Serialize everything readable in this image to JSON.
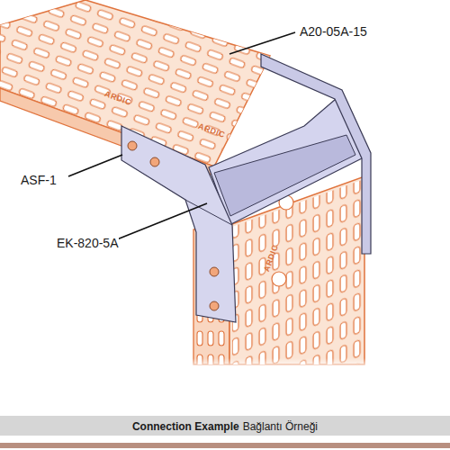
{
  "diagram": {
    "caption": "Connection Example",
    "labels": [
      "A20-05A-15",
      "ASF-1",
      "EK-820-5A",
      "ARDIC",
      "ARDIC",
      "ARDIC",
      "Bağlantı Örneği"
    ]
  }
}
